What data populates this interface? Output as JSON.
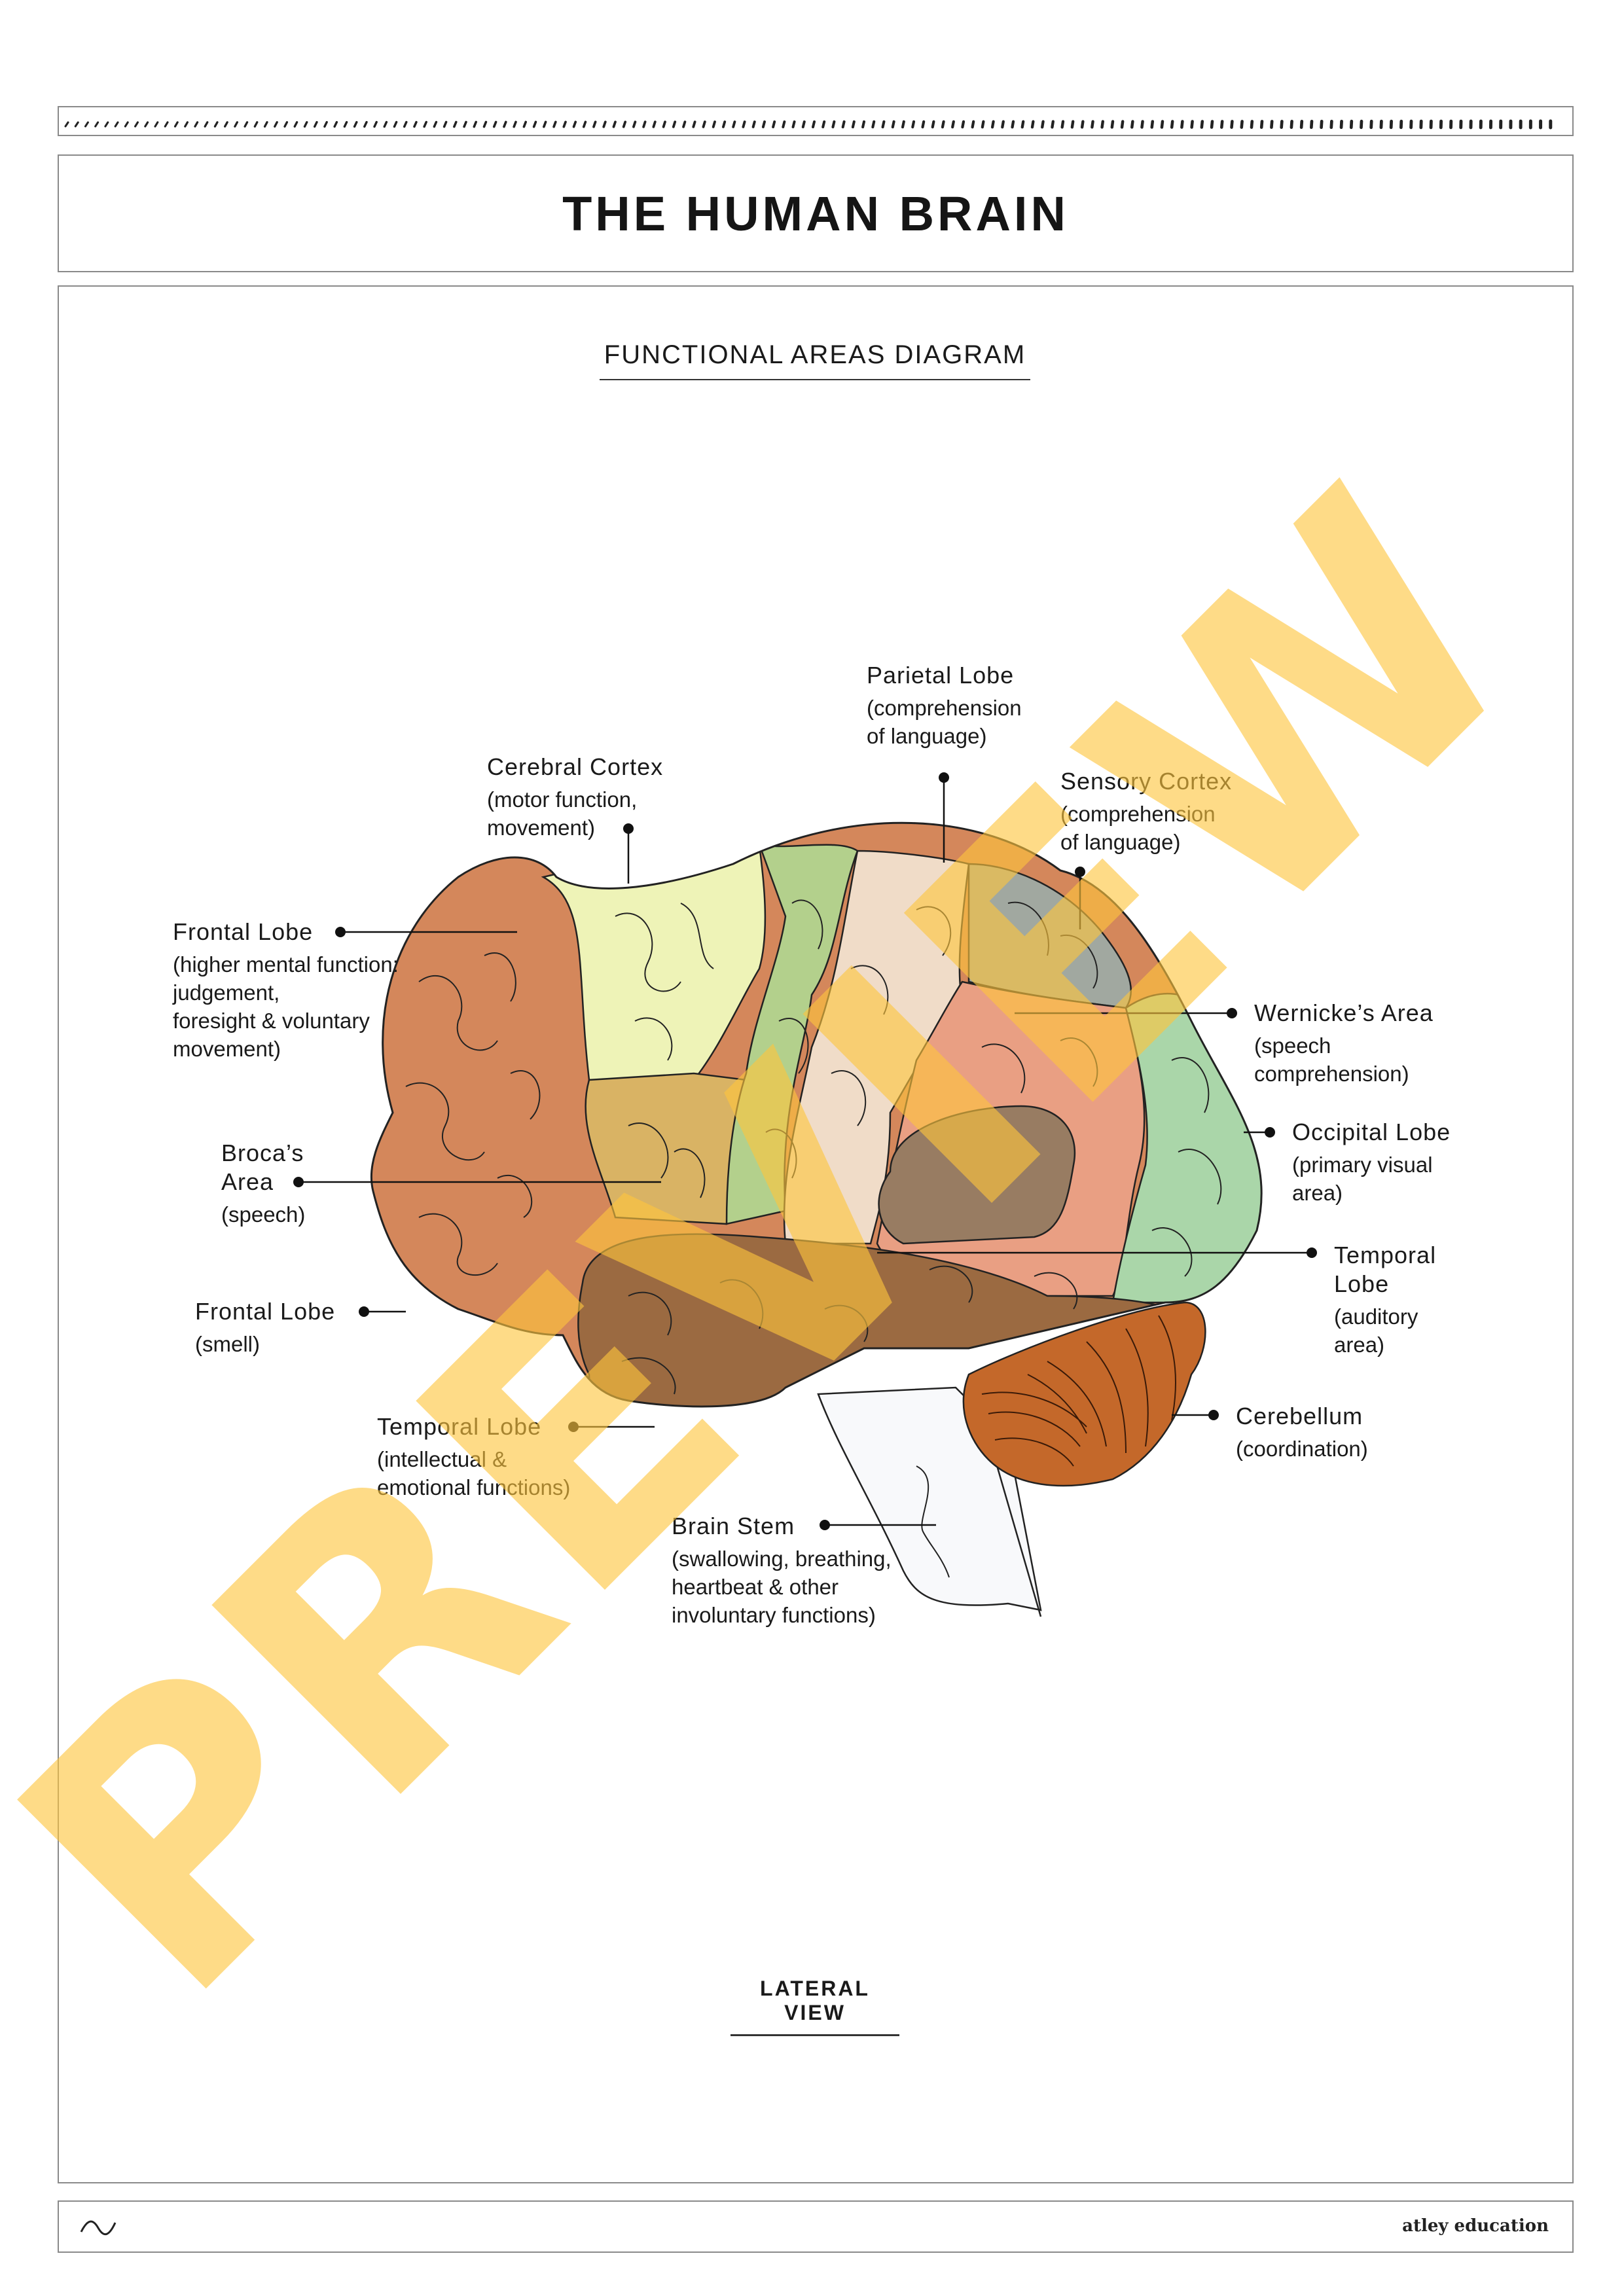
{
  "header": {
    "title": "THE HUMAN BRAIN"
  },
  "diagram": {
    "subtitle": "FUNCTIONAL AREAS DIAGRAM",
    "view_label": "LATERAL VIEW",
    "labels": [
      {
        "id": "parietal-lobe",
        "name": "Parietal Lobe",
        "desc": "(comprehension\nof language)"
      },
      {
        "id": "sensory-cortex",
        "name": "Sensory Cortex",
        "desc": "(comprehension\nof language)"
      },
      {
        "id": "cerebral-cortex",
        "name": "Cerebral Cortex",
        "desc": "(motor function,\nmovement)"
      },
      {
        "id": "frontal-lobe-higher",
        "name": "Frontal Lobe",
        "desc": "(higher mental function:\njudgement,\nforesight & voluntary\nmovement)"
      },
      {
        "id": "wernickes-area",
        "name": "Wernicke’s Area",
        "desc": "(speech\ncomprehension)"
      },
      {
        "id": "occipital-lobe",
        "name": "Occipital Lobe",
        "desc": "(primary visual\narea)"
      },
      {
        "id": "brocas-area",
        "name": "Broca’s\nArea",
        "desc": "(speech)"
      },
      {
        "id": "temporal-lobe-auditory",
        "name": "Temporal\nLobe",
        "desc": "(auditory\narea)"
      },
      {
        "id": "frontal-lobe-smell",
        "name": "Frontal Lobe",
        "desc": "(smell)"
      },
      {
        "id": "cerebellum",
        "name": "Cerebellum",
        "desc": "(coordination)"
      },
      {
        "id": "temporal-lobe-emotional",
        "name": "Temporal Lobe",
        "desc": "(intellectual &\nemotional functions)"
      },
      {
        "id": "brain-stem",
        "name": "Brain Stem",
        "desc": "(swallowing, breathing,\nheartbeat & other\ninvoluntary functions)"
      }
    ],
    "region_colors": {
      "frontal": "#d4875b",
      "motor_cortex": "#eef3b7",
      "brocas": "#d9b364",
      "premotor_green": "#b3d08c",
      "sensory": "#f0dcc8",
      "parietal_grey": "#a1a8a0",
      "wernicke": "#e99f83",
      "occipital": "#aad6a9",
      "auditory": "#987c62",
      "temporal": "#9b6a41",
      "cerebellum": "#c4682a",
      "brainstem": "#f8f9fb"
    }
  },
  "watermark": "PREVIEW",
  "footer": {
    "brand": "atley education",
    "logo_icon": "wave-icon"
  }
}
